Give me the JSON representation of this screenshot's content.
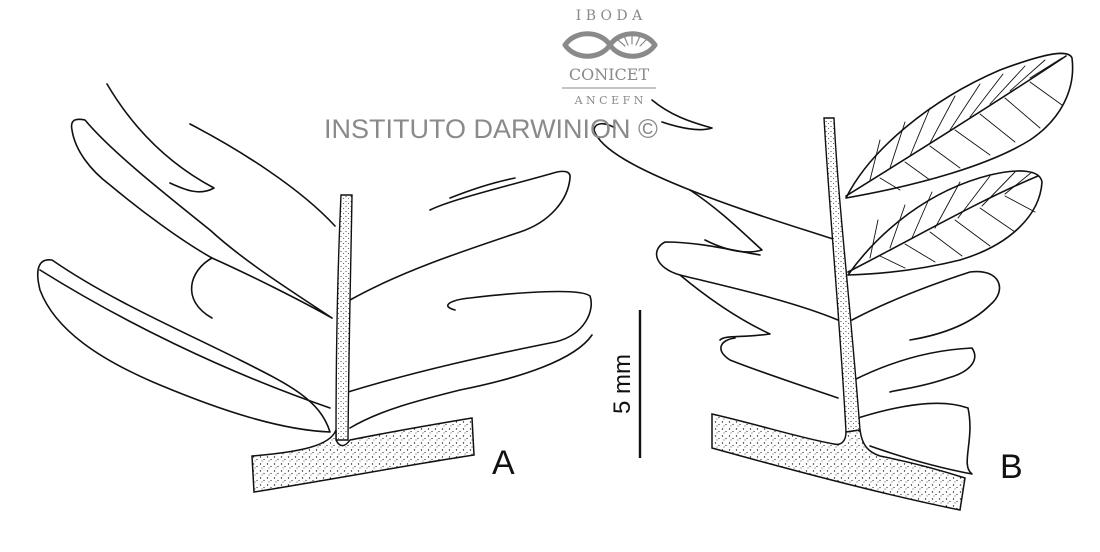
{
  "watermark": {
    "top": "I B O D A",
    "middle": "CONICET",
    "bottom": "A N C E F N",
    "institution": "INSTITUTO DARWINION ©",
    "ink_color": "#8a8a8a"
  },
  "scale_bar": {
    "label": "5 mm"
  },
  "panels": [
    {
      "label": "A"
    },
    {
      "label": "B"
    }
  ],
  "ink_color": "#111111"
}
